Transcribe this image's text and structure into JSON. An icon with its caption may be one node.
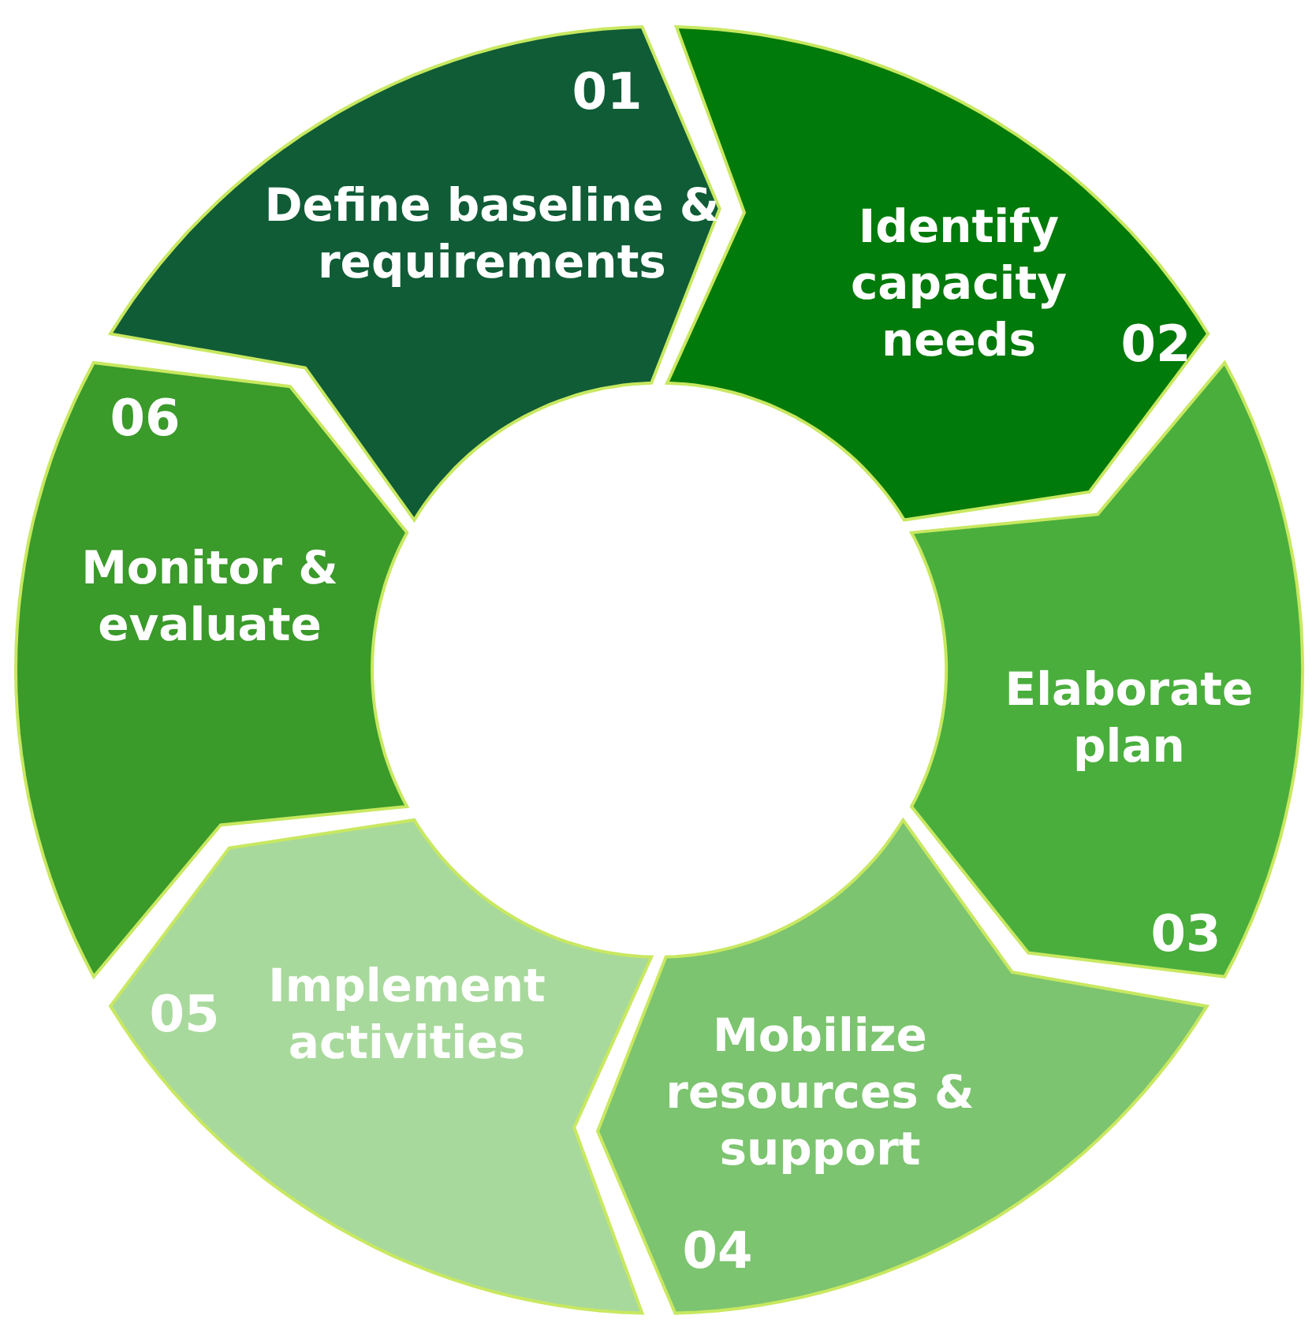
{
  "diagram": {
    "nodes": [
      {
        "text": [
          "01",
          "Define baseline & requirements"
        ]
      },
      {
        "text": [
          "Identify capacity needs",
          "02"
        ]
      },
      {
        "text": [
          "Elaborate plan",
          "03"
        ]
      },
      {
        "text": [
          "Mobilize resources & support",
          "04"
        ]
      },
      {
        "text": [
          "05",
          "Implement activities"
        ]
      },
      {
        "text": [
          "06",
          "Monitor & evaluate"
        ]
      }
    ]
  }
}
